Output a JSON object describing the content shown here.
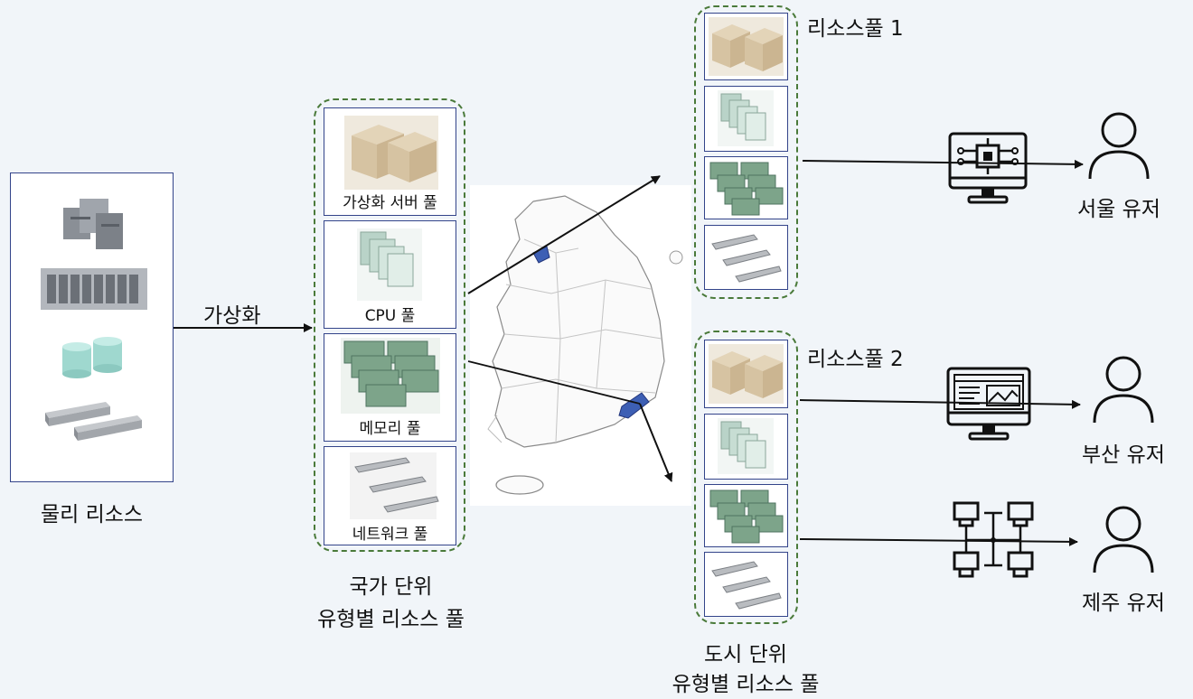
{
  "physical": {
    "label": "물리 리소스"
  },
  "virtualize_arrow_label": "가상화",
  "national_pool": {
    "caption_line1": "국가 단위",
    "caption_line2": "유형별 리소스 풀",
    "items": [
      {
        "label": "가상화 서버 풀",
        "icon": "server-boxes-icon"
      },
      {
        "label": "CPU 풀",
        "icon": "cpu-chips-icon"
      },
      {
        "label": "메모리 풀",
        "icon": "memory-modules-icon"
      },
      {
        "label": "네트워크 풀",
        "icon": "network-switch-icon"
      }
    ]
  },
  "city_pool": {
    "caption_line1": "도시 단위",
    "caption_line2": "유형별 리소스 풀",
    "pool1_label": "리소스풀 1",
    "pool2_label": "리소스풀 2"
  },
  "users": {
    "seoul": "서울 유저",
    "busan": "부산 유저",
    "jeju": "제주 유저"
  },
  "colors": {
    "panel_border": "#33448a",
    "dashed_group": "#4a7a3a",
    "background": "#f1f5f9",
    "highlight_region": "#3d5fb4"
  }
}
